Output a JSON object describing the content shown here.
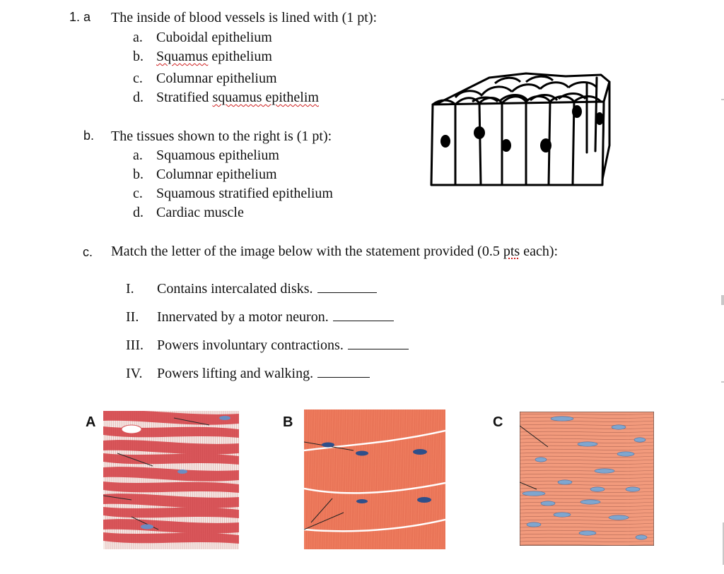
{
  "q1a": {
    "number": "1. a",
    "text": "The inside of blood vessels is lined with (1 pt):",
    "options": [
      {
        "letter": "a.",
        "pre": "Cuboidal epithelium",
        "flag": "",
        "post": ""
      },
      {
        "letter": "b.",
        "pre": "",
        "flag": "Squamus",
        "post": " epithelium"
      },
      {
        "letter": "c.",
        "pre": "Columnar epithelium",
        "flag": "",
        "post": ""
      },
      {
        "letter": "d.",
        "pre": "Stratified ",
        "flag": "squamus epithelim",
        "post": ""
      }
    ]
  },
  "q1b": {
    "number": "b.",
    "text": "The tissues shown to the right is (1 pt):",
    "options": [
      {
        "letter": "a.",
        "text": "Squamous epithelium"
      },
      {
        "letter": "b.",
        "text": "Columnar epithelium"
      },
      {
        "letter": "c.",
        "text": "Squamous stratified epithelium"
      },
      {
        "letter": "d.",
        "text": "Cardiac muscle"
      }
    ]
  },
  "q1c": {
    "number": "c.",
    "text_pre": "Match the letter of the image below with the statement provided (0.5 ",
    "text_flag": "pts",
    "text_post": " each):",
    "statements": [
      {
        "roman": "I.",
        "text": "Contains intercalated disks."
      },
      {
        "roman": "II.",
        "text": "Innervated by a motor neuron."
      },
      {
        "roman": "III.",
        "text": "Powers involuntary contractions."
      },
      {
        "roman": "IV.",
        "text": "Powers lifting and walking."
      }
    ]
  },
  "images": {
    "a_label": "A",
    "b_label": "B",
    "c_label": "C",
    "skeletal_color": "#d9565a",
    "smooth_color": "#ee7c5e",
    "cardiac_color": "#f29a7c",
    "nucleus_color": "#7fa6cf"
  }
}
